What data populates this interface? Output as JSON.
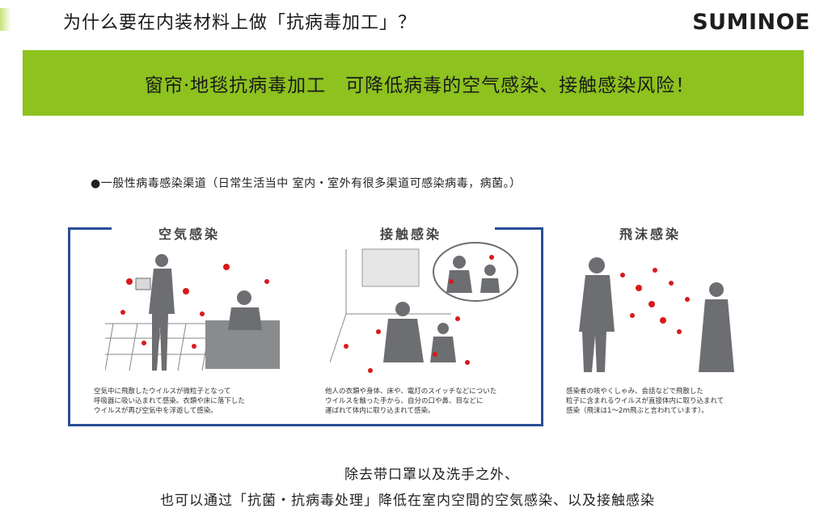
{
  "header": {
    "title": "为什么要在内装材料上做「抗病毒加工」？",
    "brand": "SUMINOE"
  },
  "banner": {
    "text": "窗帘·地毯抗病毒加工　可降低病毒的空气感染、接触感染风险！",
    "color": "#8dc21f"
  },
  "section": {
    "bullet": "●一般性病毒感染渠道（日常生活当中 室内・室外有很多渠道可感染病毒，病菌。）"
  },
  "panels": [
    {
      "title": "空気感染",
      "caption": [
        "空気中に飛散したウイルスが微粒子となって",
        "呼吸器に吸い込まれて感染。衣類や床に落下した",
        "ウイルスが再び空気中を浮遊して感染。"
      ]
    },
    {
      "title": "接触感染",
      "caption": [
        "他人の衣類や身体、床や、電灯のスイッチなどについた",
        "ウイルスを触った手から、自分の口や鼻、目などに",
        "運ばれて体内に取り込まれて感染。"
      ]
    },
    {
      "title": "飛沫感染",
      "caption": [
        "感染者の咳やくしゃみ、会話などで飛散した",
        "粒子に含まれるウイルスが直接体内に取り込まれて",
        "感染（飛沫は1～2ｍ飛ぶと言われています）。"
      ]
    }
  ],
  "closing": {
    "line1": "除去带口罩以及洗手之外、",
    "line2": "也可以通过「抗菌・抗病毒处理」降低在室内空間的空気感染、以及接触感染"
  },
  "colors": {
    "frame": "#2a4e96",
    "virus": "#d7191c",
    "figure": "#6d6e71"
  }
}
